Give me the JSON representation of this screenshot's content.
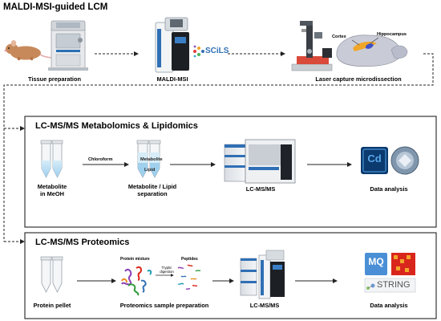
{
  "title": "MALDI-MSI-guided LCM",
  "workflow_top": {
    "steps": [
      {
        "label": "Tissue preparation"
      },
      {
        "label": "MALDI-MSI",
        "brand": "SCiLS"
      },
      {
        "label": "Laser capture microdissection",
        "regions": [
          "Cortex",
          "Hippocampus"
        ]
      }
    ]
  },
  "metabolomics": {
    "title": "LC-MS/MS Metabolomics & Lipidomics",
    "arrow_label": "Chloroform",
    "tube_labels": [
      "Metabolite",
      "Lipid"
    ],
    "steps": [
      {
        "label": "Metabolite\nin MeOH"
      },
      {
        "label": "Metabolite / Lipid\nseparation"
      },
      {
        "label": "LC-MS/MS"
      },
      {
        "label": "Data analysis",
        "software": [
          "Cd"
        ]
      }
    ]
  },
  "proteomics": {
    "title": "LC-MS/MS Proteomics",
    "mixture_label": "Protein mixture",
    "digestion_label": "Tryptic\ndigestion",
    "peptides_label": "Peptides",
    "steps": [
      {
        "label": "Protein pellet"
      },
      {
        "label": "Proteomics sample preparation"
      },
      {
        "label": "LC-MS/MS"
      },
      {
        "label": "Data analysis",
        "software": [
          "MQ",
          "STRING"
        ]
      }
    ]
  },
  "colors": {
    "arrow": "#222222",
    "tube_liquid": "#bde0f4",
    "instrument_blue": "#2f6fb5",
    "hippocampus": "#f0a628",
    "cortex_blue": "#3f52c8",
    "cd_icon": "#0b3a6e",
    "mq_blue": "#4a8fd6",
    "p_red": "#d9261c"
  },
  "icons": [
    "mouse-icon",
    "cryostat-icon",
    "mass-spectrometer-icon",
    "microscope-icon",
    "brain-icon",
    "tube-icon",
    "lc-system-icon",
    "software-icon",
    "protein-icon"
  ]
}
